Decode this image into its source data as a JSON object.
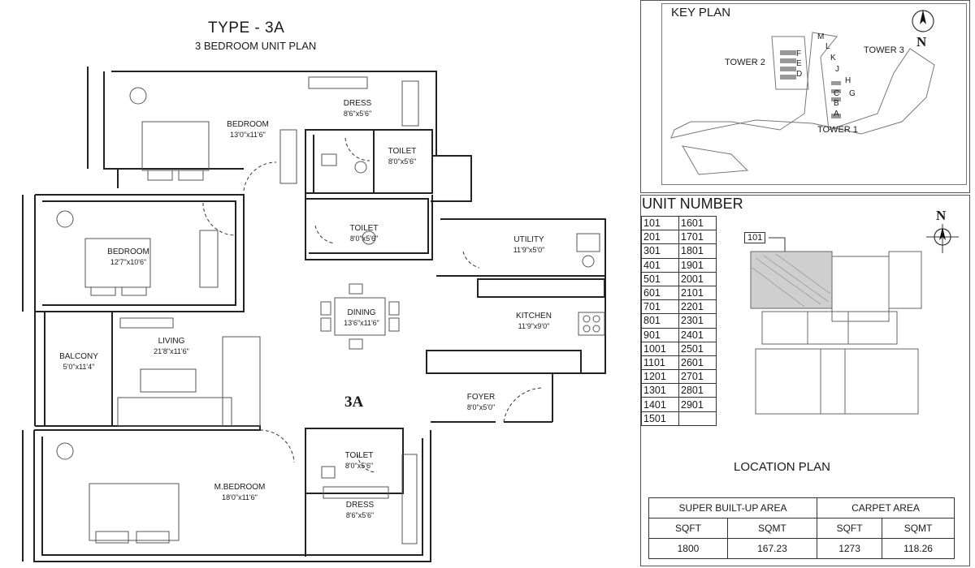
{
  "plan": {
    "title": "TYPE - 3A",
    "subtitle": "3 BEDROOM UNIT PLAN",
    "unit_label": "3A"
  },
  "rooms": [
    {
      "name": "DRESS",
      "dim": "8'6\"x5'6\""
    },
    {
      "name": "BEDROOM",
      "dim": "13'0\"x11'6\""
    },
    {
      "name": "TOILET",
      "dim": "8'0\"x5'6\""
    },
    {
      "name": "TOILET",
      "dim": "8'0\"x5'6\""
    },
    {
      "name": "BEDROOM",
      "dim": "12'7\"x10'6\""
    },
    {
      "name": "UTILITY",
      "dim": "11'9\"x5'0\""
    },
    {
      "name": "DINING",
      "dim": "13'6\"x11'6\""
    },
    {
      "name": "KITCHEN",
      "dim": "11'9\"x9'0\""
    },
    {
      "name": "LIVING",
      "dim": "21'8\"x11'6\""
    },
    {
      "name": "BALCONY",
      "dim": "5'0\"x11'4\""
    },
    {
      "name": "FOYER",
      "dim": "8'0\"x5'0\""
    },
    {
      "name": "TOILET",
      "dim": "8'0\"x5'6\""
    },
    {
      "name": "M.BEDROOM",
      "dim": "18'0\"x11'6\""
    },
    {
      "name": "DRESS",
      "dim": "8'6\"x5'6\""
    }
  ],
  "key_plan": {
    "title": "KEY PLAN",
    "north": "N",
    "towers": [
      "TOWER 2",
      "TOWER 3",
      "TOWER 1"
    ],
    "blocks": [
      "M",
      "L",
      "K",
      "J",
      "F",
      "E",
      "D",
      "H",
      "C",
      "B",
      "A",
      "G"
    ]
  },
  "unit_number": {
    "title": "UNIT NUMBER",
    "rows": [
      [
        "101",
        "1601"
      ],
      [
        "201",
        "1701"
      ],
      [
        "301",
        "1801"
      ],
      [
        "401",
        "1901"
      ],
      [
        "501",
        "2001"
      ],
      [
        "601",
        "2101"
      ],
      [
        "701",
        "2201"
      ],
      [
        "801",
        "2301"
      ],
      [
        "901",
        "2401"
      ],
      [
        "1001",
        "2501"
      ],
      [
        "1101",
        "2601"
      ],
      [
        "1201",
        "2701"
      ],
      [
        "1301",
        "2801"
      ],
      [
        "1401",
        "2901"
      ],
      [
        "1501",
        ""
      ]
    ]
  },
  "location_plan": {
    "title": "LOCATION PLAN",
    "unit_tag": "101",
    "north": "N"
  },
  "area": {
    "super_label": "SUPER BUILT-UP AREA",
    "carpet_label": "CARPET AREA",
    "units": [
      "SQFT",
      "SQMT",
      "SQFT",
      "SQMT"
    ],
    "values": [
      "1800",
      "167.23",
      "1273",
      "118.26"
    ]
  }
}
